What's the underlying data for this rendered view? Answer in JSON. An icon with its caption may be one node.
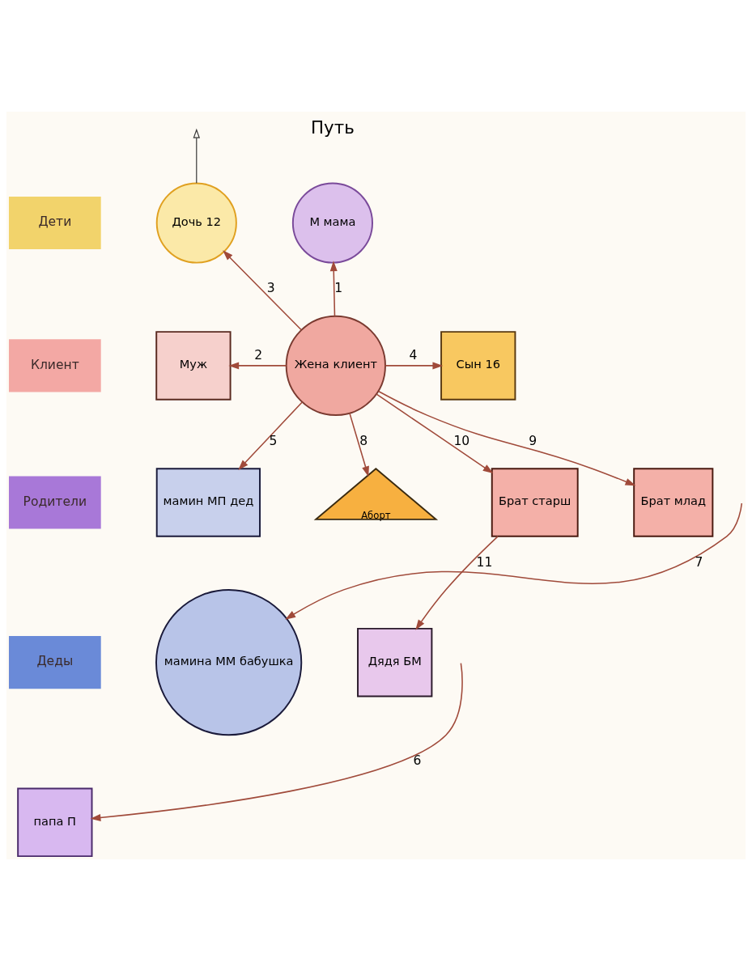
{
  "diagram": {
    "nodes": [
      {
        "text": [
          "Дети"
        ]
      },
      {
        "text": [
          "Дочь 12"
        ]
      },
      {
        "text": [
          "М мама"
        ]
      },
      {
        "text": [
          "Клиент"
        ]
      },
      {
        "text": [
          "Муж"
        ]
      },
      {
        "text": [
          "Жена клиент"
        ]
      },
      {
        "text": [
          "Сын 16"
        ]
      },
      {
        "text": [
          "Родители"
        ]
      },
      {
        "text": [
          "мамин МП дед"
        ]
      },
      {
        "text": [
          "Аборт"
        ]
      },
      {
        "text": [
          "Брат старш"
        ]
      },
      {
        "text": [
          "Брат млад"
        ]
      },
      {
        "text": [
          "Деды"
        ]
      },
      {
        "text": [
          "мамина ММ бабушка"
        ]
      },
      {
        "text": [
          "Дядя БМ"
        ]
      },
      {
        "text": [
          "папа П"
        ]
      }
    ],
    "edges": [
      {
        "from": 5,
        "to": 2,
        "arrow": "to",
        "label": "1"
      },
      {
        "from": 5,
        "to": 4,
        "arrow": "to",
        "label": "2"
      },
      {
        "from": 5,
        "to": 1,
        "arrow": "to",
        "label": "3"
      },
      {
        "from": 5,
        "to": 6,
        "arrow": "to",
        "label": "4"
      },
      {
        "from": 5,
        "to": 8,
        "arrow": "to",
        "label": "5"
      },
      {
        "from": null,
        "to": 15,
        "arrow": "to",
        "label": "6"
      },
      {
        "from": null,
        "to": 13,
        "arrow": "to",
        "label": "7"
      },
      {
        "from": 5,
        "to": 9,
        "arrow": "to",
        "label": "8"
      },
      {
        "from": 5,
        "to": 11,
        "arrow": "to",
        "label": "9"
      },
      {
        "from": 5,
        "to": 10,
        "arrow": "to",
        "label": "10"
      },
      {
        "from": 10,
        "to": 14,
        "arrow": "to",
        "label": "11"
      }
    ],
    "labels": [
      "Путь"
    ]
  }
}
